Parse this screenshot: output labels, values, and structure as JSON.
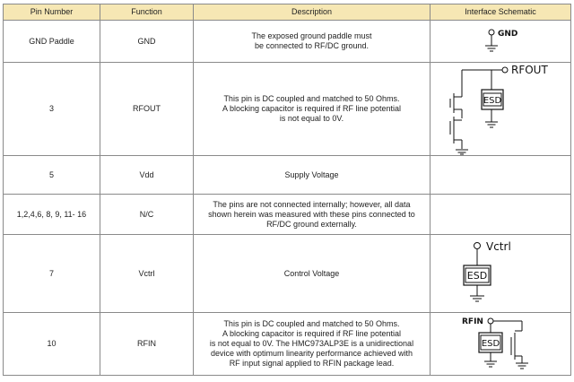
{
  "headers": [
    "Pin Number",
    "Function",
    "Description",
    "Interface Schematic"
  ],
  "rows": [
    {
      "pin": "GND Paddle",
      "function": "GND",
      "description": "The exposed ground paddle must\nbe connected to RF/DC ground.",
      "schematic_label": "GND"
    },
    {
      "pin": "3",
      "function": "RFOUT",
      "description": "This pin is DC coupled and matched to 50 Ohms.\nA blocking capacitor is required if RF line potential\nis not equal to 0V.",
      "schematic_label": "RFOUT",
      "schematic_box": "ESD"
    },
    {
      "pin": "5",
      "function": "Vdd",
      "description": "Supply Voltage"
    },
    {
      "pin": "1,2,4,6, 8, 9, 11- 16",
      "function": "N/C",
      "description": "The pins are not connected internally; however, all data\nshown herein was measured with these pins connected to\nRF/DC ground externally."
    },
    {
      "pin": "7",
      "function": "Vctrl",
      "description": "Control Voltage",
      "schematic_label": "Vctrl",
      "schematic_box": "ESD"
    },
    {
      "pin": "10",
      "function": "RFIN",
      "description": "This pin is DC coupled and matched to 50 Ohms.\nA blocking capacitor is required if RF line potential\nis not equal to 0V. The HMC973ALP3E is a unidirectional\ndevice with optimum linearity performance achieved with\nRF input signal applied to RFIN package lead.",
      "schematic_label": "RFIN",
      "schematic_box": "ESD"
    }
  ],
  "colors": {
    "header_bg": "#f6e7b4",
    "border": "#8a8a8a"
  },
  "icons": [
    "ground-symbol-icon",
    "pin-terminal-icon",
    "fet-transistor-icon",
    "esd-block-icon"
  ]
}
